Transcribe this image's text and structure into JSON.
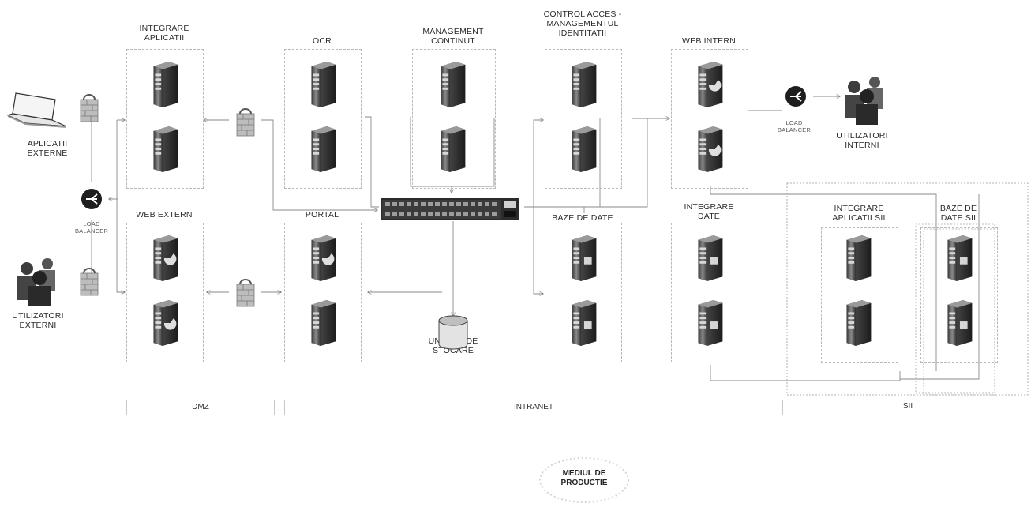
{
  "labels": {
    "integrare_aplicatii": "INTEGRARE\nAPLICATII",
    "ocr": "OCR",
    "management_continut": "MANAGEMENT\nCONTINUT",
    "control_acces": "CONTROL ACCES -\nMANAGEMENTUL\nIDENTITATII",
    "web_intern": "WEB INTERN",
    "aplicatii_externe": "APLICATII\nEXTERNE",
    "load_balancer_left": "LOAD\nBALANCER",
    "load_balancer_right": "LOAD\nBALANCER",
    "web_extern": "WEB EXTERN",
    "portal": "PORTAL",
    "baze_de_date": "BAZE DE DATE",
    "integrare_date": "INTEGRARE\nDATE",
    "integrare_aplicatii_sii": "INTEGRARE\nAPLICATII SII",
    "baze_de_date_sii": "BAZE DE\nDATE SII",
    "utilizatori_externi": "UTILIZATORI\nEXTERNI",
    "utilizatori_interni": "UTILIZATORI\nINTERNI",
    "unitate_de_stocare": "UNITATE DE\nSTOCARE"
  },
  "zones": {
    "dmz": "DMZ",
    "intranet": "INTRANET",
    "sii": "SII"
  },
  "stamp": "MEDIUL DE\nPRODUCTIE",
  "icons": [
    "server-icon",
    "firewall-icon",
    "load-balancer-icon",
    "users-icon",
    "laptop-icon",
    "network-switch-icon",
    "storage-icon"
  ]
}
